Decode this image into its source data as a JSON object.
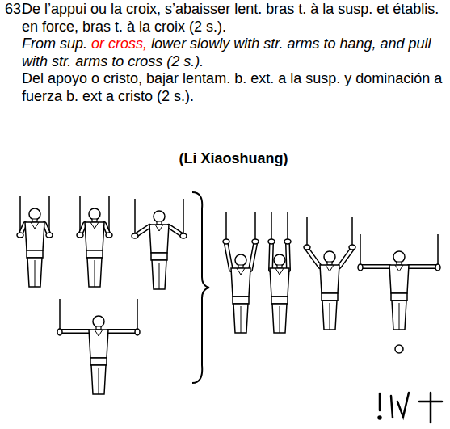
{
  "diagram": {
    "labels": [
      "63.",
      "De l’appui ou la croix, s’abaisser lent. bras t. à la susp. et établis. en force, bras t. à la croix (2 s.).",
      "From sup.",
      "or cross,",
      "lower slowly with str. arms to hang, and pull with str. arms to cross (2 s.).",
      "Del apoyo o cristo, bajar lentam. b. ext. a la susp. y dominación a fuerza b. ext a cristo (2 s.).",
      "(Li Xiaoshuang)"
    ]
  }
}
